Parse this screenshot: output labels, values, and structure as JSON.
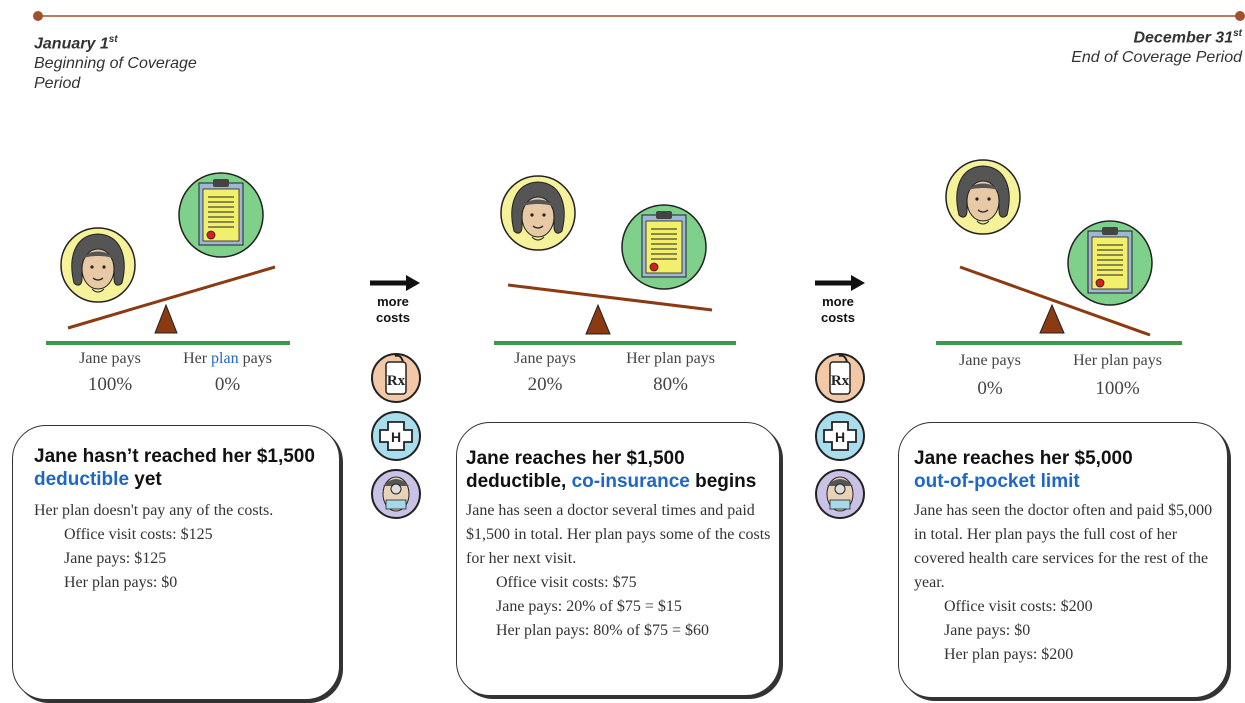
{
  "timeline": {
    "start": {
      "title": "January 1",
      "sup": "st",
      "subtitle": "Beginning of Coverage Period"
    },
    "end": {
      "title": "December 31",
      "sup": "st",
      "subtitle": "End of Coverage Period"
    }
  },
  "arrows": [
    {
      "line1": "more",
      "line2": "costs"
    },
    {
      "line1": "more",
      "line2": "costs"
    }
  ],
  "stages": [
    {
      "jane_label": "Jane pays",
      "plan_label_pre": "Her ",
      "plan_label_link": "plan",
      "plan_label_post": " pays",
      "jane_pct": "100%",
      "plan_pct": "0%",
      "heading_part1": "Jane hasn’t reached her $1,500 ",
      "heading_link": "deductible",
      "heading_part2": " yet",
      "intro": "Her plan doesn't pay any of the costs.",
      "lines": [
        "Office visit costs: $125",
        "Jane pays: $125",
        "Her plan pays: $0"
      ]
    },
    {
      "jane_label": "Jane pays",
      "plan_label": "Her plan pays",
      "jane_pct": "20%",
      "plan_pct": "80%",
      "heading_part1": "Jane reaches her $1,500 deductible, ",
      "heading_link": "co-insurance",
      "heading_part2": " begins",
      "intro": "Jane has seen a doctor several times and paid $1,500 in total. Her plan pays some of the costs for her next visit.",
      "lines": [
        "Office visit costs: $75",
        "Jane pays: 20% of $75 = $15",
        "Her plan pays: 80% of $75 = $60"
      ]
    },
    {
      "jane_label": "Jane pays",
      "plan_label": "Her plan pays",
      "jane_pct": "0%",
      "plan_pct": "100%",
      "heading_part1": "Jane reaches her $5,000 ",
      "heading_link": "out-of-pocket limit",
      "heading_part2": "",
      "intro": "Jane has seen the doctor often and paid $5,000 in total. Her plan pays the full cost of her covered health care services for the rest of the year.",
      "lines": [
        "Office visit costs: $200",
        "Jane pays: $0",
        "Her plan pays: $200"
      ]
    }
  ],
  "icons": [
    "jane-face-icon",
    "clipboard-plan-icon",
    "prescription-icon",
    "hospital-icon",
    "doctor-icon",
    "right-arrow-icon"
  ],
  "colors": {
    "timeline": "#a0522d",
    "ground": "#3a9a4a",
    "link": "#1f66c6",
    "fulcrum": "#8b3a12",
    "face_bg": "#f5f29a",
    "plan_bg": "#7ed08a"
  }
}
